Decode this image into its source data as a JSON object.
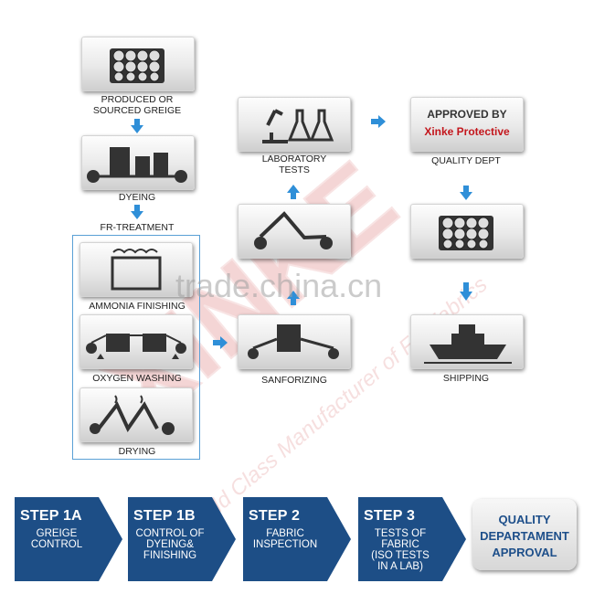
{
  "watermarks": {
    "brand": "XINKE",
    "slogan": "The World Class Manufacturer of FR Fabrics",
    "site": "trade.china.cn"
  },
  "process": {
    "greige": "PRODUCED OR\nSOURCED GREIGE",
    "dyeing": "DYEING",
    "fr_treatment": "FR-TREATMENT",
    "ammonia": "AMMONIA FINISHING",
    "oxygen": "OXYGEN WASHING",
    "drying": "DRYING",
    "sanforizing": "SANFORIZING",
    "lab": "LABORATORY\nTESTS",
    "quality": "QUALITY DEPT",
    "shipping": "SHIPPING",
    "approved_line1": "APPROVED BY",
    "approved_line2": "Xinke Protective"
  },
  "steps": [
    {
      "title": "STEP 1A",
      "desc": "GREIGE\nCONTROL"
    },
    {
      "title": "STEP 1B",
      "desc": "CONTROL OF\nDYEING&\nFINISHING"
    },
    {
      "title": "STEP 2",
      "desc": "FABRIC\nINSPECTION"
    },
    {
      "title": "STEP 3",
      "desc": "TESTS OF FABRIC\n(ISO TESTS\nIN A LAB)"
    }
  ],
  "approval": "QUALITY\nDEPARTAMENT\nAPPROVAL",
  "colors": {
    "arrow_blue": "#2f8fd8",
    "step_blue": "#1d4e86",
    "approved_red": "#c3161c",
    "watermark_red": "#e7a4a4"
  }
}
